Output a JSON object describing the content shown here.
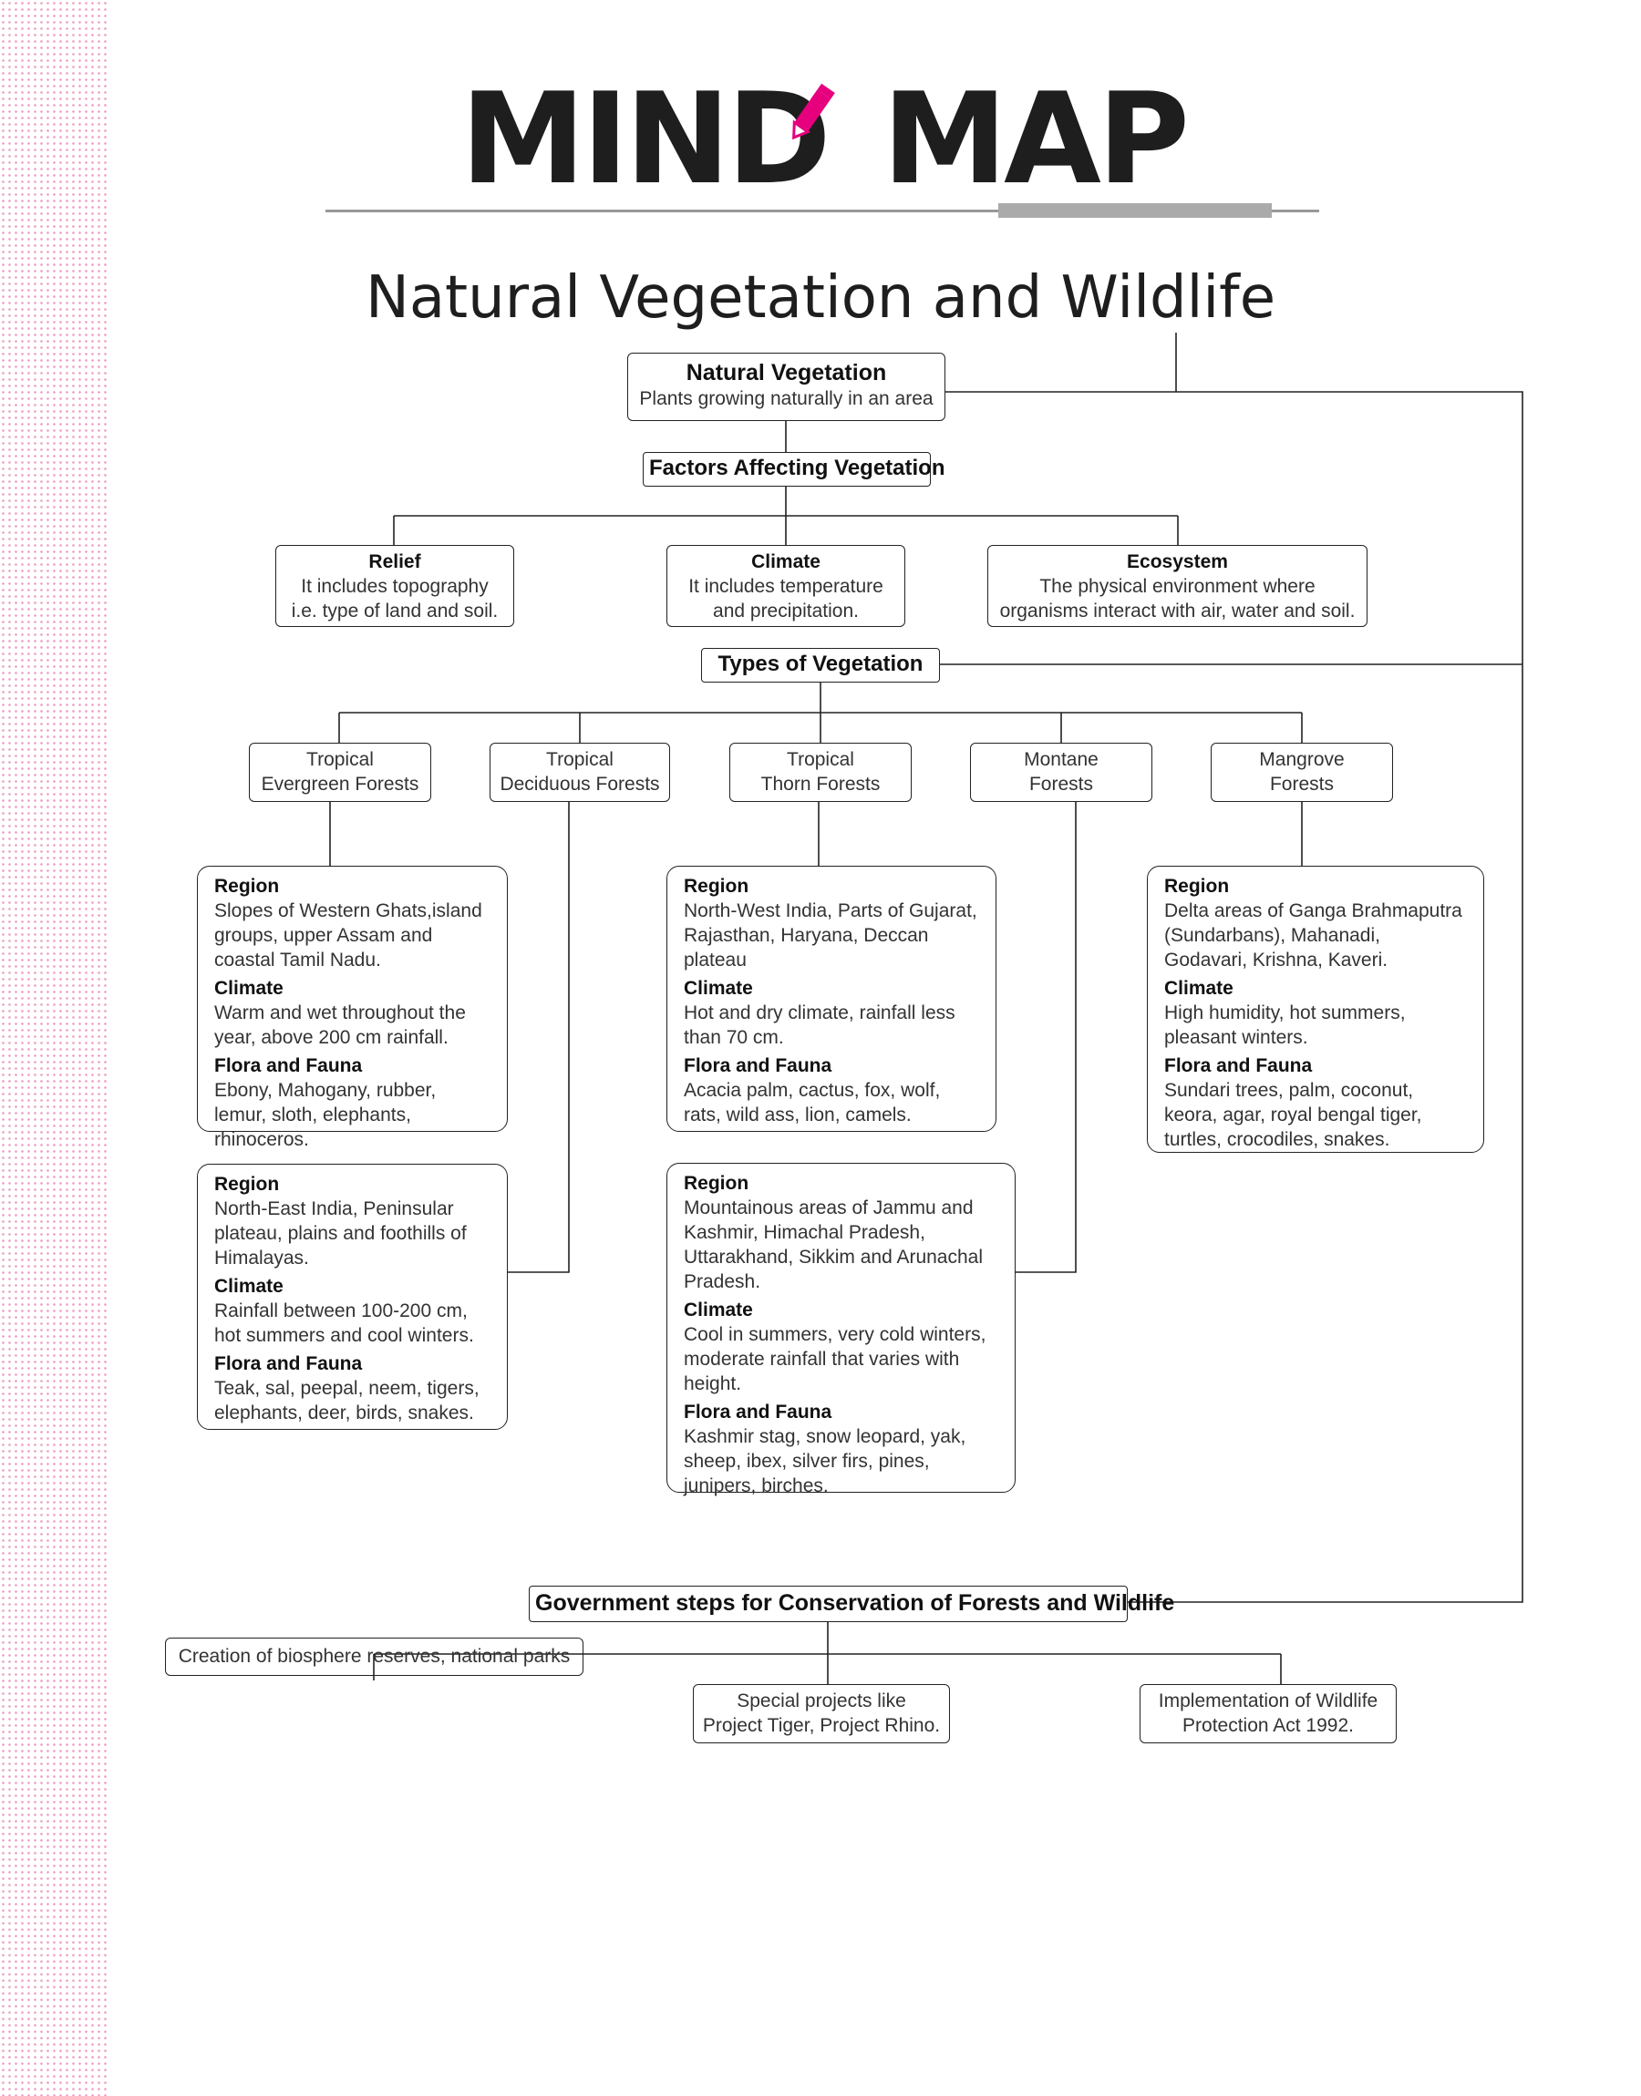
{
  "header": {
    "word1": "MIND",
    "word2": "MAP",
    "accent": "#e6007e"
  },
  "title": "Natural Vegetation and Wildlife",
  "natural_vegetation": {
    "heading": "Natural Vegetation",
    "text": "Plants growing naturally in an area"
  },
  "factors": {
    "heading": "Factors Affecting Vegetation",
    "items": [
      {
        "label": "Relief",
        "text1": "It includes topography",
        "text2": "i.e. type of land and soil."
      },
      {
        "label": "Climate",
        "text1": "It includes temperature",
        "text2": "and precipitation."
      },
      {
        "label": "Ecosystem",
        "text1": "The physical environment where",
        "text2": "organisms interact with air, water and soil."
      }
    ]
  },
  "types": {
    "heading": "Types of Vegetation",
    "items": [
      {
        "line1": "Tropical",
        "line2": "Evergreen Forests"
      },
      {
        "line1": "Tropical",
        "line2": "Deciduous Forests"
      },
      {
        "line1": "Tropical",
        "line2": "Thorn Forests"
      },
      {
        "line1": "Montane",
        "line2": "Forests"
      },
      {
        "line1": "Mangrove",
        "line2": "Forests"
      }
    ]
  },
  "details": {
    "labels": {
      "region": "Region",
      "climate": "Climate",
      "flora": "Flora and Fauna"
    },
    "evergreen": {
      "region": "Slopes of Western Ghats,island groups, upper Assam and coastal Tamil Nadu.",
      "climate": "Warm and wet throughout the year, above 200 cm rainfall.",
      "flora": "Ebony, Mahogany, rubber, lemur, sloth, elephants, rhinoceros."
    },
    "deciduous": {
      "region": "North-East India, Peninsular plateau, plains and foothills of Himalayas.",
      "climate": "Rainfall between 100-200 cm, hot summers and cool winters.",
      "flora": "Teak, sal, peepal, neem, tigers, elephants, deer, birds, snakes."
    },
    "thorn": {
      "region": "North-West India, Parts of Gujarat, Rajasthan, Haryana, Deccan plateau",
      "climate": "Hot and dry climate, rainfall less than 70 cm.",
      "flora": "Acacia palm, cactus, fox, wolf, rats, wild ass, lion, camels."
    },
    "montane": {
      "region": "Mountainous areas of Jammu and Kashmir, Himachal Pradesh, Uttarakhand, Sikkim and Arunachal Pradesh.",
      "climate": "Cool in summers, very cold winters, moderate rainfall that varies with height.",
      "flora": "Kashmir stag, snow leopard, yak, sheep, ibex, silver firs, pines, junipers, birches."
    },
    "mangrove": {
      "region": "Delta areas of Ganga Brahmaputra (Sundarbans), Mahanadi, Godavari, Krishna, Kaveri.",
      "climate": "High humidity, hot summers, pleasant winters.",
      "flora": "Sundari trees, palm, coconut, keora, agar, royal bengal tiger, turtles, crocodiles, snakes."
    }
  },
  "government": {
    "heading": "Government steps for Conservation of Forests and Wildlife",
    "items": [
      {
        "line1": "Creation of biosphere reserves, national parks",
        "line2": ""
      },
      {
        "line1": "Special projects like",
        "line2": "Project Tiger, Project Rhino."
      },
      {
        "line1": "Implementation of Wildlife",
        "line2": "Protection Act 1992."
      }
    ]
  }
}
